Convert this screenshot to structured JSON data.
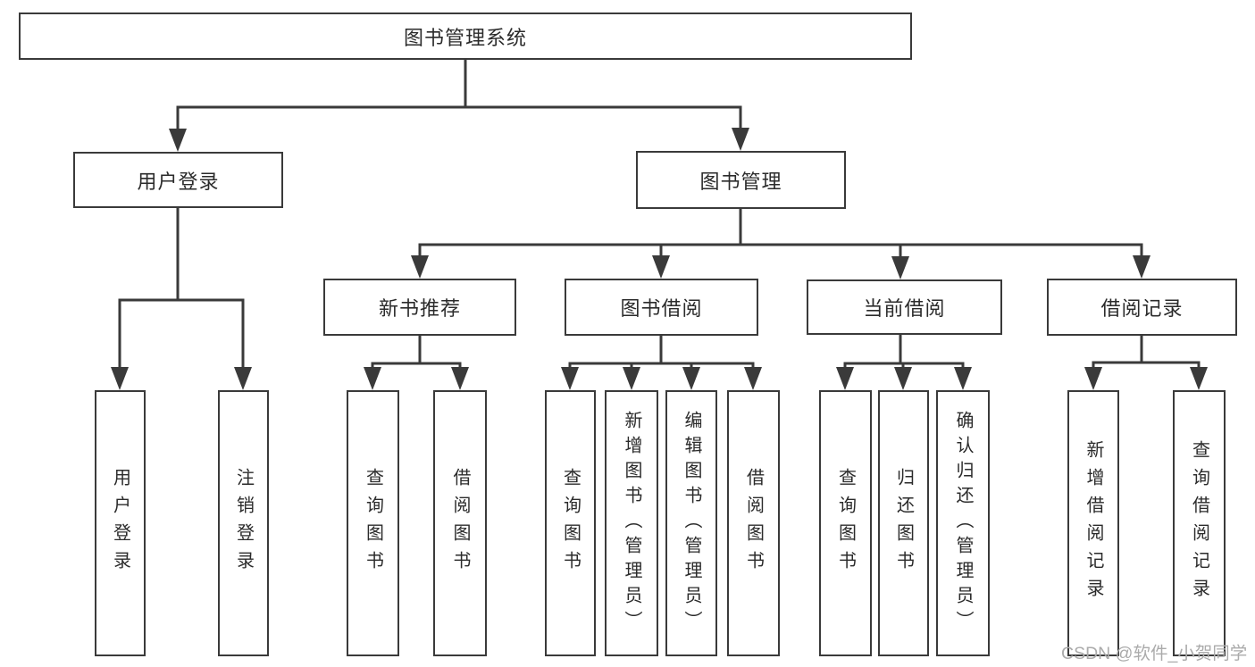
{
  "nodes": {
    "root": "图书管理系统",
    "user_login": "用户登录",
    "book_management": "图书管理",
    "new_book_recommend": "新书推荐",
    "book_borrowing": "图书借阅",
    "current_borrowing": "当前借阅",
    "borrowing_records": "借阅记录",
    "leaf_user_login": "用户登录",
    "leaf_logout": "注销登录",
    "leaf_query_book_1": "查询图书",
    "leaf_borrow_book_1": "借阅图书",
    "leaf_query_book_2": "查询图书",
    "leaf_add_book_admin": "新增图书（管理员）",
    "leaf_edit_book_admin": "编辑图书（管理员）",
    "leaf_borrow_book_2": "借阅图书",
    "leaf_query_book_3": "查询图书",
    "leaf_return_book": "归还图书",
    "leaf_confirm_return_admin": "确认归还（管理员）",
    "leaf_add_borrow_record": "新增借阅记录",
    "leaf_query_borrow_record": "查询借阅记录"
  },
  "watermark": "CSDN @软件_小贺同学",
  "colors": {
    "line": "#3a3a3a",
    "text": "#2b2b2b",
    "watermark": "#ababab",
    "background": "#ffffff"
  }
}
